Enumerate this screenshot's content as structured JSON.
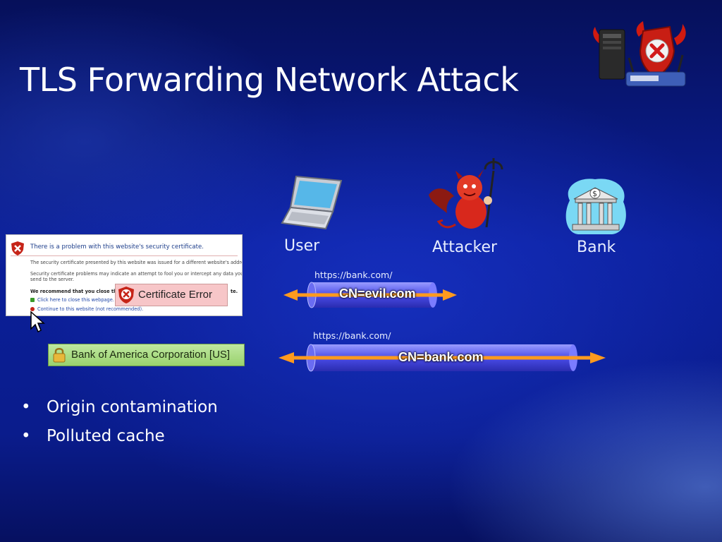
{
  "slide": {
    "title": "TLS Forwarding Network Attack",
    "bullets": [
      "Origin contamination",
      "Polluted cache"
    ],
    "bullet_symbol": "•"
  },
  "diagram": {
    "user_label": "User",
    "attacker_label": "Attacker",
    "bank_label": "Bank",
    "tunnels": [
      {
        "url": "https://bank.com/",
        "cert": "CN=evil.com"
      },
      {
        "url": "https://bank.com/",
        "cert": "CN=bank.com"
      }
    ],
    "colors": {
      "tube": "#5b5cf0",
      "arrow": "#ff9a1e",
      "devil": "#d8281c"
    }
  },
  "cert_dialog": {
    "heading": "There is a problem with this website's security certificate.",
    "line1": "The security certificate presented by this website was issued for a different website's addre",
    "line2": "Security certificate problems may indicate an attempt to fool you or intercept any data you",
    "line3": "send to the server.",
    "line4_start": "We recommend that you close thi",
    "line4_end": "te.",
    "link_close": "Click here to close this webpage.",
    "link_continue": "Continue to this website (not recommended)."
  },
  "cert_error_badge": "Certificate Error",
  "ev_badge": "Bank of America Corporation [US]"
}
